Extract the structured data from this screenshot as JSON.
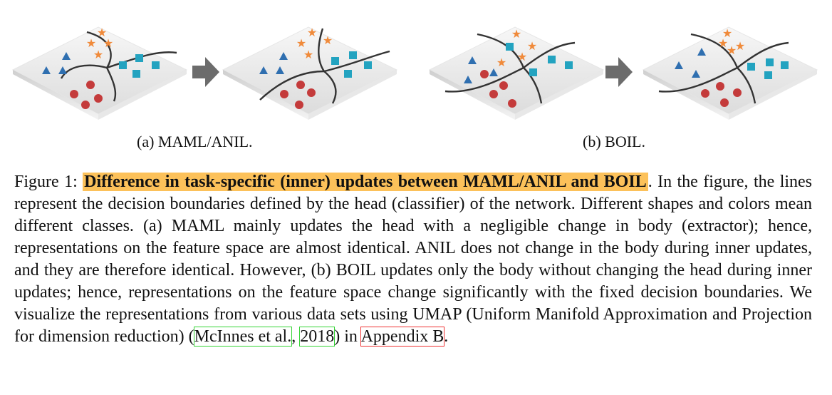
{
  "figure": {
    "subcaption_a": "(a) MAML/ANIL.",
    "subcaption_b": "(b) BOIL.",
    "colors": {
      "triangle": "#2f6fb0",
      "star": "#f08a3a",
      "square": "#23a3c0",
      "circle": "#c43b3b",
      "arrow": "#6c6c6c",
      "line": "#333333"
    },
    "icons": [
      "triangle-marker",
      "star-marker",
      "square-marker",
      "circle-marker",
      "right-arrow-icon"
    ]
  },
  "caption": {
    "label": "Figure 1:",
    "highlight": "Difference in task-specific (inner) updates between MAML/ANIL and BOIL",
    "body_1": ". In the figure, the lines represent the decision boundaries defined by the head (classifier) of the network. Different shapes and colors mean different classes. (a) MAML mainly updates the head with a negligible change in body (extractor); hence, representations on the feature space are almost identical. ANIL does not change in the body during inner updates, and they are therefore identical. However, (b) BOIL updates only the body without changing the head during inner updates; hence, representations on the feature space change significantly with the fixed decision boundaries. We visualize the representations from various data sets using UMAP (Uniform Manifold Approximation and Projection for dimension reduction) (",
    "cite_author": "McInnes et al.",
    "cite_sep": ", ",
    "cite_year": "2018",
    "body_2": ") in ",
    "appendix_link": "Appendix B",
    "body_end": "."
  }
}
